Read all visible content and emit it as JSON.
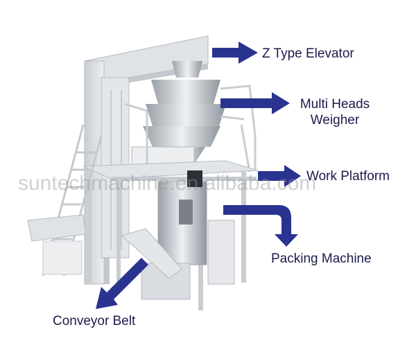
{
  "labels": {
    "z_type_elevator": "Z Type Elevator",
    "multi_heads_weigher_line1": "Multi Heads",
    "multi_heads_weigher_line2": "Weigher",
    "work_platform": "Work Platform",
    "packing_machine": "Packing Machine",
    "conveyor_belt": "Conveyor Belt"
  },
  "watermark": "suntechmachine.en.alibaba.com",
  "colors": {
    "arrow": "#2a3390",
    "label_text": "#1b1b4a",
    "frame": "#d9dde2",
    "steel": "#b7bcc3",
    "watermark": "#969696"
  }
}
